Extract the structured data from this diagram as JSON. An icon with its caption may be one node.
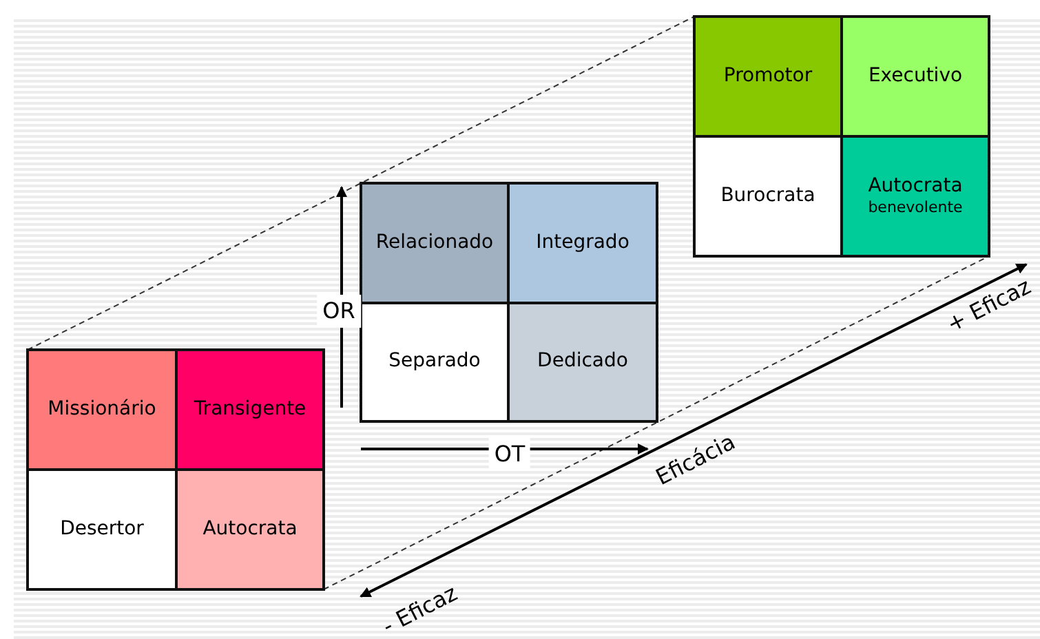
{
  "diagram": {
    "nodes": [
      {
        "text": [
          "Promotor"
        ]
      },
      {
        "text": [
          "Executivo"
        ]
      },
      {
        "text": [
          "Burocrata"
        ]
      },
      {
        "text": [
          "Autocrata",
          "benevolente"
        ]
      },
      {
        "text": [
          "Relacionado"
        ]
      },
      {
        "text": [
          "Integrado"
        ]
      },
      {
        "text": [
          "Separado"
        ]
      },
      {
        "text": [
          "Dedicado"
        ]
      },
      {
        "text": [
          "Missionário"
        ]
      },
      {
        "text": [
          "Transigente"
        ]
      },
      {
        "text": [
          "Desertor"
        ]
      },
      {
        "text": [
          "Autocrata"
        ]
      }
    ],
    "labels": [
      "OR",
      "OT",
      "Eficácia",
      "+ Eficaz",
      "- Eficaz"
    ]
  }
}
